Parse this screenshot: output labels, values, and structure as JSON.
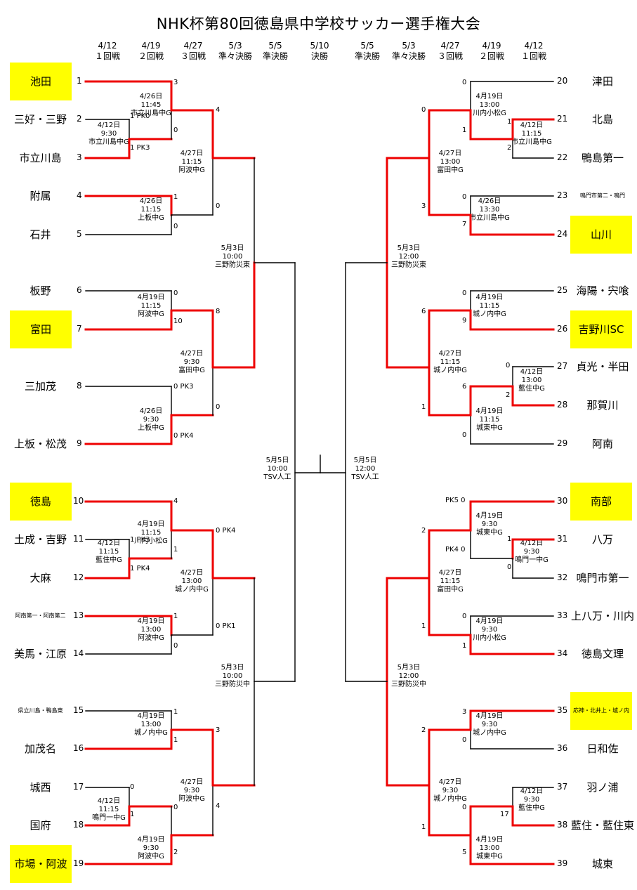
{
  "title": "NHK杯第80回徳島県中学校サッカー選手権大会",
  "round_headers": [
    {
      "date": "4/12",
      "name": "１回戦"
    },
    {
      "date": "4/19",
      "name": "２回戦"
    },
    {
      "date": "4/27",
      "name": "３回戦"
    },
    {
      "date": "5/3",
      "name": "準々決勝"
    },
    {
      "date": "5/5",
      "name": "準決勝"
    },
    {
      "date": "5/10",
      "name": "決勝"
    },
    {
      "date": "5/5",
      "name": "準決勝"
    },
    {
      "date": "5/3",
      "name": "準々決勝"
    },
    {
      "date": "4/27",
      "name": "３回戦"
    },
    {
      "date": "4/19",
      "name": "２回戦"
    },
    {
      "date": "4/12",
      "name": "１回戦"
    }
  ],
  "teams": [
    {
      "no": "1",
      "name": "池田"
    },
    {
      "no": "2",
      "name": "三好・三野"
    },
    {
      "no": "3",
      "name": "市立川島"
    },
    {
      "no": "4",
      "name": "附属"
    },
    {
      "no": "5",
      "name": "石井"
    },
    {
      "no": "6",
      "name": "板野"
    },
    {
      "no": "7",
      "name": "富田"
    },
    {
      "no": "8",
      "name": "三加茂"
    },
    {
      "no": "9",
      "name": "上板・松茂"
    },
    {
      "no": "10",
      "name": "徳島"
    },
    {
      "no": "11",
      "name": "土成・吉野"
    },
    {
      "no": "12",
      "name": "大麻"
    },
    {
      "no": "13",
      "name": "阿南第一・阿南第二"
    },
    {
      "no": "14",
      "name": "美馬・江原"
    },
    {
      "no": "15",
      "name": "県立川島・鴨島東"
    },
    {
      "no": "16",
      "name": "加茂名"
    },
    {
      "no": "17",
      "name": "城西"
    },
    {
      "no": "18",
      "name": "国府"
    },
    {
      "no": "19",
      "name": "市場・阿波"
    },
    {
      "no": "20",
      "name": "津田"
    },
    {
      "no": "21",
      "name": "北島"
    },
    {
      "no": "22",
      "name": "鴨島第一"
    },
    {
      "no": "23",
      "name": "鳴門市第二・鳴門"
    },
    {
      "no": "24",
      "name": "山川"
    },
    {
      "no": "25",
      "name": "海陽・宍喰"
    },
    {
      "no": "26",
      "name": "吉野川SC"
    },
    {
      "no": "27",
      "name": "貞光・半田"
    },
    {
      "no": "28",
      "name": "那賀川"
    },
    {
      "no": "29",
      "name": "阿南"
    },
    {
      "no": "30",
      "name": "南部"
    },
    {
      "no": "31",
      "name": "八万"
    },
    {
      "no": "32",
      "name": "鳴門市第一"
    },
    {
      "no": "33",
      "name": "上八万・川内"
    },
    {
      "no": "34",
      "name": "徳島文理"
    },
    {
      "no": "35",
      "name": "応神・北井上・城ノ内"
    },
    {
      "no": "36",
      "name": "日和佐"
    },
    {
      "no": "37",
      "name": "羽ノ浦"
    },
    {
      "no": "38",
      "name": "藍住・藍住東"
    },
    {
      "no": "39",
      "name": "城東"
    }
  ],
  "matches": [
    {
      "date": "4/12日",
      "time": "9:30",
      "venue": "市立川島中G"
    },
    {
      "date": "4/26日",
      "time": "11:45",
      "venue": "市立川島中G"
    },
    {
      "date": "4/26日",
      "time": "11:15",
      "venue": "上板中G"
    },
    {
      "date": "4/27日",
      "time": "11:15",
      "venue": "阿波中G"
    },
    {
      "date": "4月19日",
      "time": "11:15",
      "venue": "阿波中G"
    },
    {
      "date": "4/26日",
      "time": "9:30",
      "venue": "上板中G"
    },
    {
      "date": "4/27日",
      "time": "9:30",
      "venue": "富田中G"
    },
    {
      "date": "5月3日",
      "time": "10:00",
      "venue": "三野防災東"
    },
    {
      "date": "4/12日",
      "time": "11:15",
      "venue": "藍住中G"
    },
    {
      "date": "4月19日",
      "time": "11:15",
      "venue": "川内小松G"
    },
    {
      "date": "4月19日",
      "time": "13:00",
      "venue": "阿波中G"
    },
    {
      "date": "4/27日",
      "time": "13:00",
      "venue": "城ノ内中G"
    },
    {
      "date": "4/12日",
      "time": "11:15",
      "venue": "鳴門一中G"
    },
    {
      "date": "4月19日",
      "time": "13:00",
      "venue": "城ノ内中G"
    },
    {
      "date": "4月19日",
      "time": "9:30",
      "venue": "阿波中G"
    },
    {
      "date": "4/27日",
      "time": "9:30",
      "venue": "阿波中G"
    },
    {
      "date": "5月3日",
      "time": "10:00",
      "venue": "三野防災中"
    },
    {
      "date": "5月5日",
      "time": "10:00",
      "venue": "TSV人工"
    },
    {
      "date": "5月5日",
      "time": "12:00",
      "venue": "TSV人工"
    },
    {
      "date": "4/12日",
      "time": "11:15",
      "venue": "市立川島中G"
    },
    {
      "date": "4月19日",
      "time": "13:00",
      "venue": "川内小松G"
    },
    {
      "date": "4/26日",
      "time": "13:30",
      "venue": "市立川島中G"
    },
    {
      "date": "4/27日",
      "time": "13:00",
      "venue": "富田中G"
    },
    {
      "date": "4月19日",
      "time": "11:15",
      "venue": "城ノ内中G"
    },
    {
      "date": "4/12日",
      "time": "13:00",
      "venue": "藍住中G"
    },
    {
      "date": "4月19日",
      "time": "11:15",
      "venue": "城東中G"
    },
    {
      "date": "4/27日",
      "time": "11:15",
      "venue": "城ノ内中G"
    },
    {
      "date": "5月3日",
      "time": "12:00",
      "venue": "三野防災東"
    },
    {
      "date": "4/12日",
      "time": "9:30",
      "venue": "鳴門一中G"
    },
    {
      "date": "4月19日",
      "time": "9:30",
      "venue": "城東中G"
    },
    {
      "date": "4月19日",
      "time": "9:30",
      "venue": "川内小松G"
    },
    {
      "date": "4/27日",
      "time": "11:15",
      "venue": "富田中G"
    },
    {
      "date": "4月19日",
      "time": "9:30",
      "venue": "城ノ内中G"
    },
    {
      "date": "4/12日",
      "time": "9:30",
      "venue": "藍住中G"
    },
    {
      "date": "4月19日",
      "time": "13:00",
      "venue": "城東中G"
    },
    {
      "date": "4/27日",
      "time": "9:30",
      "venue": "城ノ内中G"
    },
    {
      "date": "5月3日",
      "time": "12:00",
      "venue": "三野防災中"
    }
  ],
  "scores": [
    "3",
    "0",
    "4",
    "1 PK0",
    "1 PK3",
    "1",
    "0",
    "0",
    "0",
    "10",
    "8",
    "0 PK3",
    "0 PK4",
    "0",
    "4",
    "1 PK3",
    "1 PK4",
    "1",
    "0 PK4",
    "1",
    "0",
    "0 PK1",
    "0",
    "1",
    "1",
    "1",
    "3",
    "0",
    "2",
    "4",
    "0",
    "1",
    "0",
    "1",
    "2",
    "0",
    "7",
    "3",
    "0",
    "9",
    "6",
    "0",
    "2",
    "6",
    "1",
    "0",
    "PK5 0",
    "1",
    "0",
    "PK4 0",
    "2",
    "0",
    "1",
    "1",
    "3",
    "0",
    "2",
    "0",
    "17",
    "5",
    "1"
  ],
  "highlight_color": "#ffff00",
  "winner_line_color": "#ee0000"
}
